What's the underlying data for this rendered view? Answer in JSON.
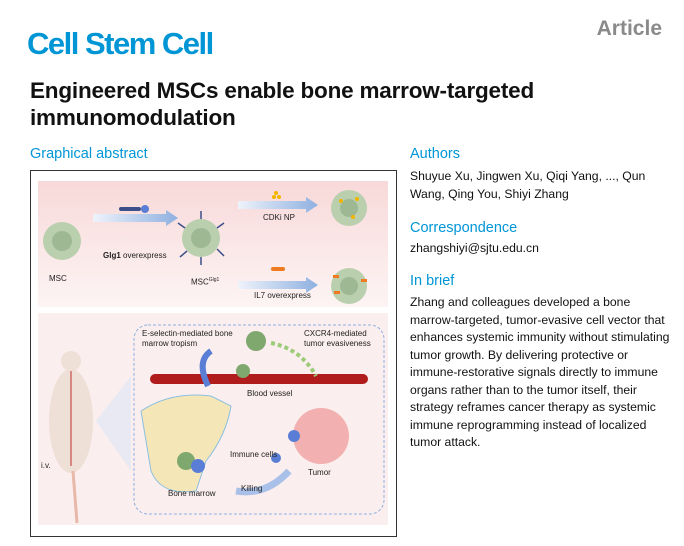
{
  "header": {
    "journal": "Cell Stem Cell",
    "article_type": "Article"
  },
  "title": "Engineered MSCs enable bone marrow-targeted immunomodulation",
  "graphical_abstract": {
    "heading": "Graphical abstract",
    "labels": {
      "msc": "MSC",
      "glg1": "Glg1",
      "glg1_overexpress": " overexpress",
      "msc_glg1": "MSC",
      "msc_glg1_sup": "Glg1",
      "cdki": "CDKi NP",
      "il7": "IL7 overexpress",
      "eselectin": "E-selectin-mediated bone marrow tropism",
      "cxcr4": "CXCR4-mediated tumor evasiveness",
      "blood_vessel": "Blood vessel",
      "immune_cells": "Immune cells",
      "tumor": "Tumor",
      "bone_marrow": "Bone marrow",
      "killing": "Killing",
      "iv": "i.v."
    }
  },
  "authors": {
    "heading": "Authors",
    "names": "Shuyue Xu, Jingwen Xu, Qiqi Yang, ..., Qun Wang, Qing You, Shiyi Zhang"
  },
  "correspondence": {
    "heading": "Correspondence",
    "email": "zhangshiyi@sjtu.edu.cn"
  },
  "in_brief": {
    "heading": "In brief",
    "text": "Zhang and colleagues developed a bone marrow-targeted, tumor-evasive cell vector that enhances systemic immunity without stimulating tumor growth. By delivering protective or immune-restorative signals directly to immune organs rather than to the tumor itself, their strategy reframes cancer therapy as systemic immune reprogramming instead of localized tumor attack."
  }
}
